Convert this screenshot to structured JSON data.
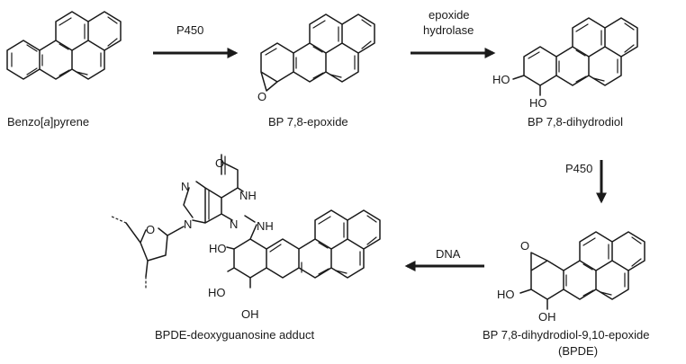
{
  "colors": {
    "ink": "#1a1a1a",
    "background": "#ffffff"
  },
  "compounds": {
    "bap": {
      "name_prefix": "Benzo[",
      "name_italic": "a",
      "name_suffix": "]pyrene"
    },
    "epoxide": {
      "name": "BP 7,8-epoxide",
      "atom_o": "O"
    },
    "dihydrodiol": {
      "name": "BP 7,8-dihydrodiol",
      "atom_ho1": "HO",
      "atom_ho2": "HO"
    },
    "bpde": {
      "name_line1": "BP 7,8-dihydrodiol-9,10-epoxide",
      "name_line2": "(BPDE)",
      "atom_o": "O",
      "atom_ho1": "HO",
      "atom_oh": "OH"
    },
    "adduct": {
      "name": "BPDE-deoxyguanosine adduct",
      "atom_o_carbonyl": "O",
      "atom_nh": "NH",
      "atom_n7": "N",
      "atom_n3": "N",
      "atom_n9": "N",
      "atom_nh_link": "NH",
      "atom_o_sugar": "O",
      "atom_ho_a": "HO",
      "atom_ho_b": "HO",
      "atom_oh": "OH"
    }
  },
  "arrows": {
    "step1": {
      "label": "P450"
    },
    "step2": {
      "label_line1": "epoxide",
      "label_line2": "hydrolase"
    },
    "step3": {
      "label": "P450"
    },
    "step4": {
      "label": "DNA"
    }
  }
}
